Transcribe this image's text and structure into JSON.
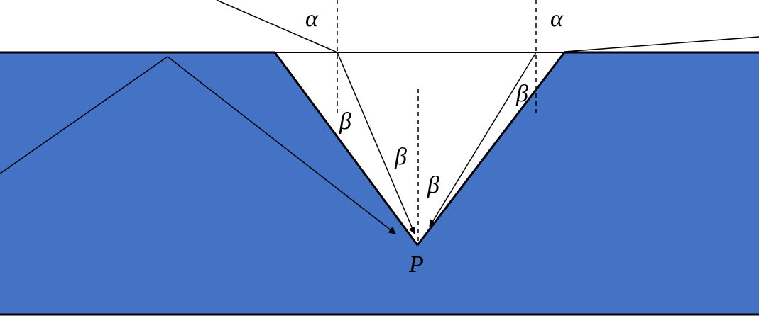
{
  "colors": {
    "medium": "#4472c4",
    "background": "#ffffff",
    "line": "#000000"
  },
  "labels": {
    "alpha_left": "α",
    "alpha_right": "α",
    "beta_left_groove": "β",
    "beta_center_left": "β",
    "beta_center_right": "β",
    "beta_right_groove": "β",
    "point": "P"
  }
}
